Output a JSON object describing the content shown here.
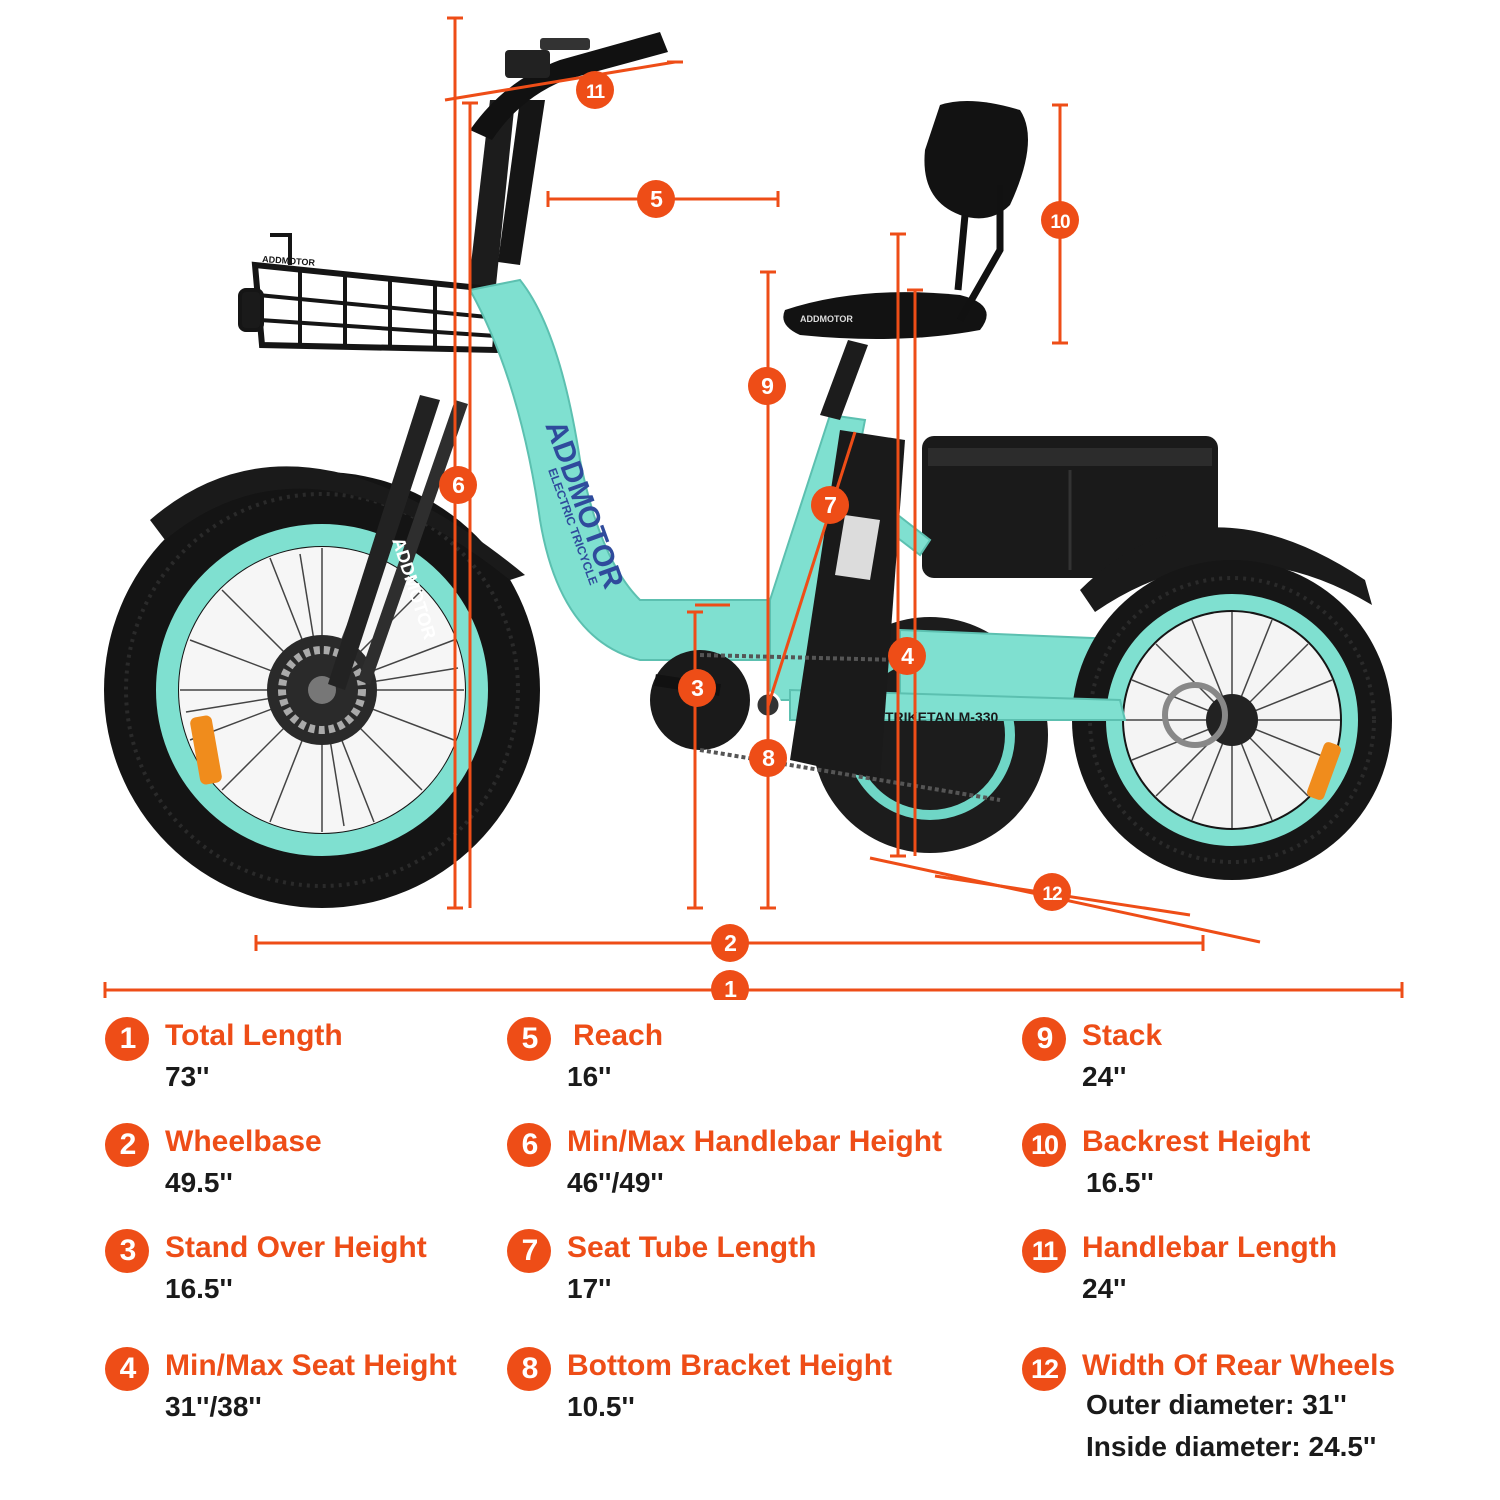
{
  "colors": {
    "accent": "#ee4d17",
    "frame": "#7fe0d0",
    "dark": "#141414",
    "value_text": "#1a1a1a"
  },
  "bike": {
    "brand": "ADDMOTOR",
    "frame_text": "ELECTRIC TRICYCLE",
    "model": "TRIKETAN M-330",
    "fork_text": "ADDMOTOR",
    "basket_text": "ADDMOTOR",
    "seat_text": "ADDMOTOR"
  },
  "dimension_markers": [
    "1",
    "2",
    "3",
    "4",
    "5",
    "6",
    "7",
    "8",
    "9",
    "10",
    "11",
    "12"
  ],
  "specs": [
    {
      "num": "1",
      "label": "Total Length",
      "value": "73''"
    },
    {
      "num": "2",
      "label": "Wheelbase",
      "value": "49.5''"
    },
    {
      "num": "3",
      "label": "Stand Over Height",
      "value": "16.5''"
    },
    {
      "num": "4",
      "label": "Min/Max Seat Height",
      "value": "31''/38''"
    },
    {
      "num": "5",
      "label": "Reach",
      "value": "16''"
    },
    {
      "num": "6",
      "label": "Min/Max Handlebar Height",
      "value": "46''/49''"
    },
    {
      "num": "7",
      "label": "Seat Tube Length",
      "value": "17''"
    },
    {
      "num": "8",
      "label": "Bottom Bracket Height",
      "value": "10.5''"
    },
    {
      "num": "9",
      "label": "Stack",
      "value": "24''"
    },
    {
      "num": "10",
      "label": "Backrest Height",
      "value": "16.5''"
    },
    {
      "num": "11",
      "label": "Handlebar Length",
      "value": "24''"
    },
    {
      "num": "12",
      "label": "Width Of Rear Wheels",
      "value": "Outer diameter: 31''",
      "value2": "Inside diameter: 24.5''"
    }
  ]
}
